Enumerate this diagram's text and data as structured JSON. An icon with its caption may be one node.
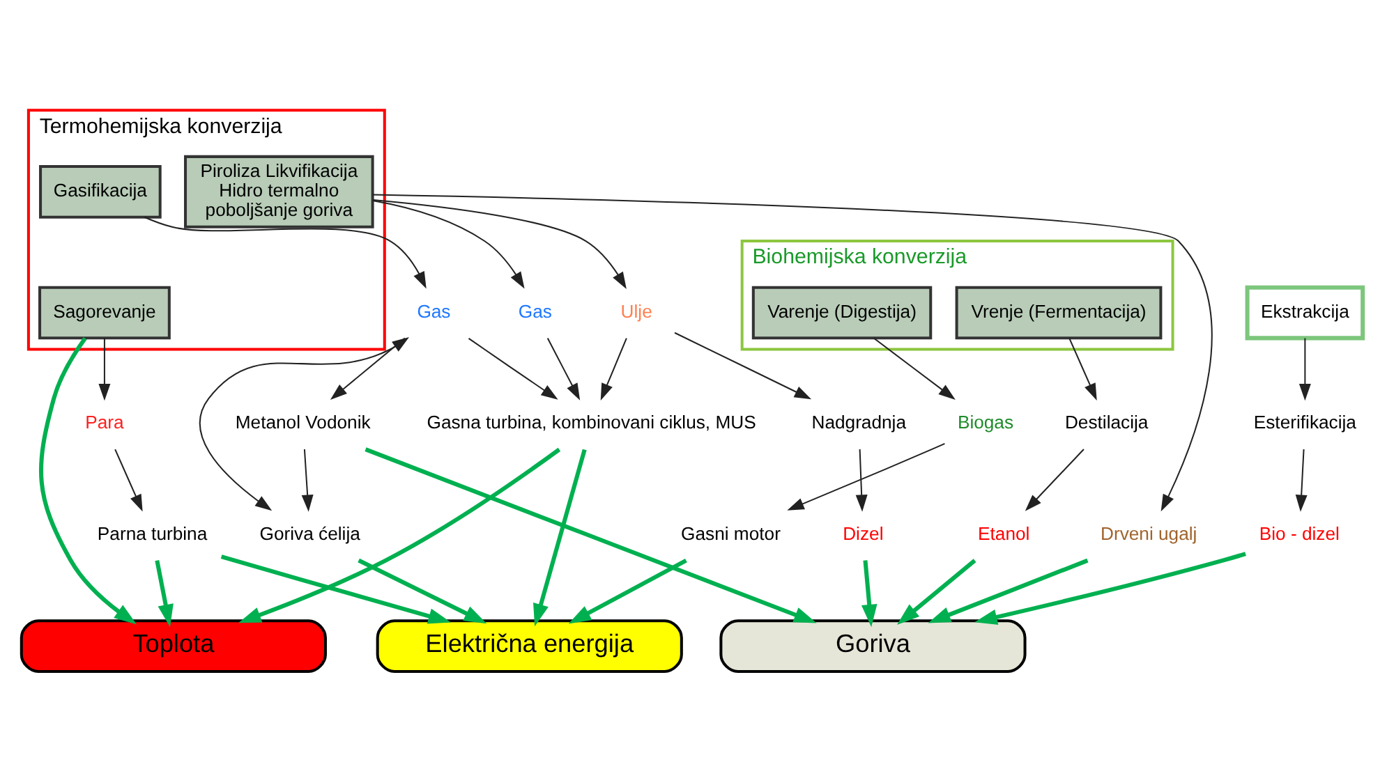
{
  "diagram": {
    "nodes": [
      {
        "text": [
          "Termohemijska konverzija"
        ]
      },
      {
        "text": [
          "Sagorevanje"
        ],
        "in": 0
      },
      {
        "text": [
          "Gasifikacija"
        ],
        "in": 0
      },
      {
        "text": [
          "Piroliza Likvifikacija Hidro termalno poboljšanje goriva"
        ],
        "in": 0
      },
      {
        "text": [
          "Biohemijska konverzija"
        ]
      },
      {
        "text": [
          "Varenje (Digestija)"
        ],
        "in": 4
      },
      {
        "text": [
          "Vrenje (Fermentacija)"
        ],
        "in": 4
      },
      {
        "text": [
          "Ekstrakcija"
        ]
      },
      {
        "text": [
          "Para"
        ]
      },
      {
        "text": [
          "Gas"
        ]
      },
      {
        "text": [
          "Gas"
        ]
      },
      {
        "text": [
          "Ulje"
        ]
      },
      {
        "text": [
          "Drveni ugalj"
        ]
      },
      {
        "text": [
          "Biogas"
        ]
      },
      {
        "text": [
          "Parna turbina"
        ]
      },
      {
        "text": [
          "Gasna turbina, kombinovani ciklus, MUS"
        ]
      },
      {
        "text": [
          "Metanol Vodonik"
        ]
      },
      {
        "text": [
          "Nadgradnja"
        ]
      },
      {
        "text": [
          "Gasni motor"
        ]
      },
      {
        "text": [
          "Destilacija"
        ]
      },
      {
        "text": [
          "Esterifikacija"
        ]
      },
      {
        "text": [
          "Goriva ćelija"
        ]
      },
      {
        "text": [
          "Dizel"
        ]
      },
      {
        "text": [
          "Etanol"
        ]
      },
      {
        "text": [
          "Bio - dizel"
        ]
      },
      {
        "text": [
          "Toplota"
        ]
      },
      {
        "text": [
          "Električna energija"
        ]
      },
      {
        "text": [
          "Goriva"
        ]
      }
    ],
    "edges": [
      {
        "from": 1,
        "to": 8,
        "arrow": "to"
      },
      {
        "from": 2,
        "to": 9,
        "arrow": "to"
      },
      {
        "from": 3,
        "to": 10,
        "arrow": "to"
      },
      {
        "from": 3,
        "to": 11,
        "arrow": "to"
      },
      {
        "from": 3,
        "to": 12,
        "arrow": "to"
      },
      {
        "from": 5,
        "to": 13,
        "arrow": "to"
      },
      {
        "from": 6,
        "to": 19,
        "arrow": "to"
      },
      {
        "from": 7,
        "to": 20,
        "arrow": "to"
      },
      {
        "from": 8,
        "to": 14,
        "arrow": "to"
      },
      {
        "from": 9,
        "to": 15,
        "arrow": "to"
      },
      {
        "from": 9,
        "to": 16,
        "arrow": "to"
      },
      {
        "from": 9,
        "to": 21,
        "arrow": "both"
      },
      {
        "from": 10,
        "to": 15,
        "arrow": "to"
      },
      {
        "from": 11,
        "to": 15,
        "arrow": "to"
      },
      {
        "from": 11,
        "to": 17,
        "arrow": "to"
      },
      {
        "from": 16,
        "to": 21,
        "arrow": "to"
      },
      {
        "from": 17,
        "to": 22,
        "arrow": "to"
      },
      {
        "from": 13,
        "to": 18,
        "arrow": "to"
      },
      {
        "from": 19,
        "to": 23,
        "arrow": "to"
      },
      {
        "from": 20,
        "to": 24,
        "arrow": "to"
      },
      {
        "from": 1,
        "to": 25,
        "arrow": "to",
        "style": "thick",
        "color": "#00b050"
      },
      {
        "from": 14,
        "to": 25,
        "arrow": "to",
        "style": "thick",
        "color": "#00b050"
      },
      {
        "from": 14,
        "to": 26,
        "arrow": "to",
        "style": "thick",
        "color": "#00b050"
      },
      {
        "from": 15,
        "to": 25,
        "arrow": "to",
        "style": "thick",
        "color": "#00b050"
      },
      {
        "from": 15,
        "to": 26,
        "arrow": "to",
        "style": "thick",
        "color": "#00b050"
      },
      {
        "from": 21,
        "to": 26,
        "arrow": "to",
        "style": "thick",
        "color": "#00b050"
      },
      {
        "from": 16,
        "to": 27,
        "arrow": "to",
        "style": "thick",
        "color": "#00b050"
      },
      {
        "from": 22,
        "to": 27,
        "arrow": "to",
        "style": "thick",
        "color": "#00b050"
      },
      {
        "from": 12,
        "to": 27,
        "arrow": "to",
        "style": "thick",
        "color": "#00b050"
      },
      {
        "from": 18,
        "to": 26,
        "arrow": "to",
        "style": "thick",
        "color": "#00b050"
      },
      {
        "from": 23,
        "to": 27,
        "arrow": "to",
        "style": "thick",
        "color": "#00b050"
      },
      {
        "from": 24,
        "to": 27,
        "arrow": "to",
        "style": "thick",
        "color": "#00b050"
      }
    ]
  }
}
